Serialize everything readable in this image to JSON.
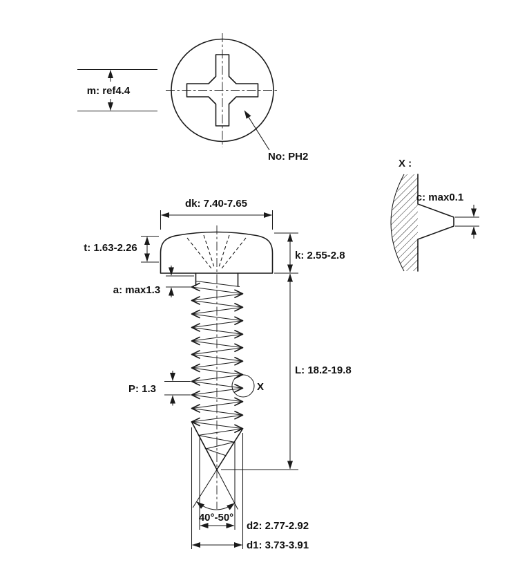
{
  "drawing": {
    "type": "technical-drawing",
    "subject": "pan head phillips self-tapping screw"
  },
  "labels": {
    "m": "m: ref4.4",
    "no": "No: PH2",
    "detail_title": "X :",
    "c": "c: max0.1",
    "dk": "dk: 7.40-7.65",
    "t": "t: 1.63-2.26",
    "k": "k: 2.55-2.8",
    "a": "a: max1.3",
    "p": "P: 1.3",
    "x_callout": "X",
    "L": "L: 18.2-19.8",
    "angle": "40°-50°",
    "d2": "d2: 2.77-2.92",
    "d1": "d1: 3.73-3.91"
  },
  "colors": {
    "line": "#1a1a1a",
    "background": "#ffffff",
    "text": "#111111"
  }
}
